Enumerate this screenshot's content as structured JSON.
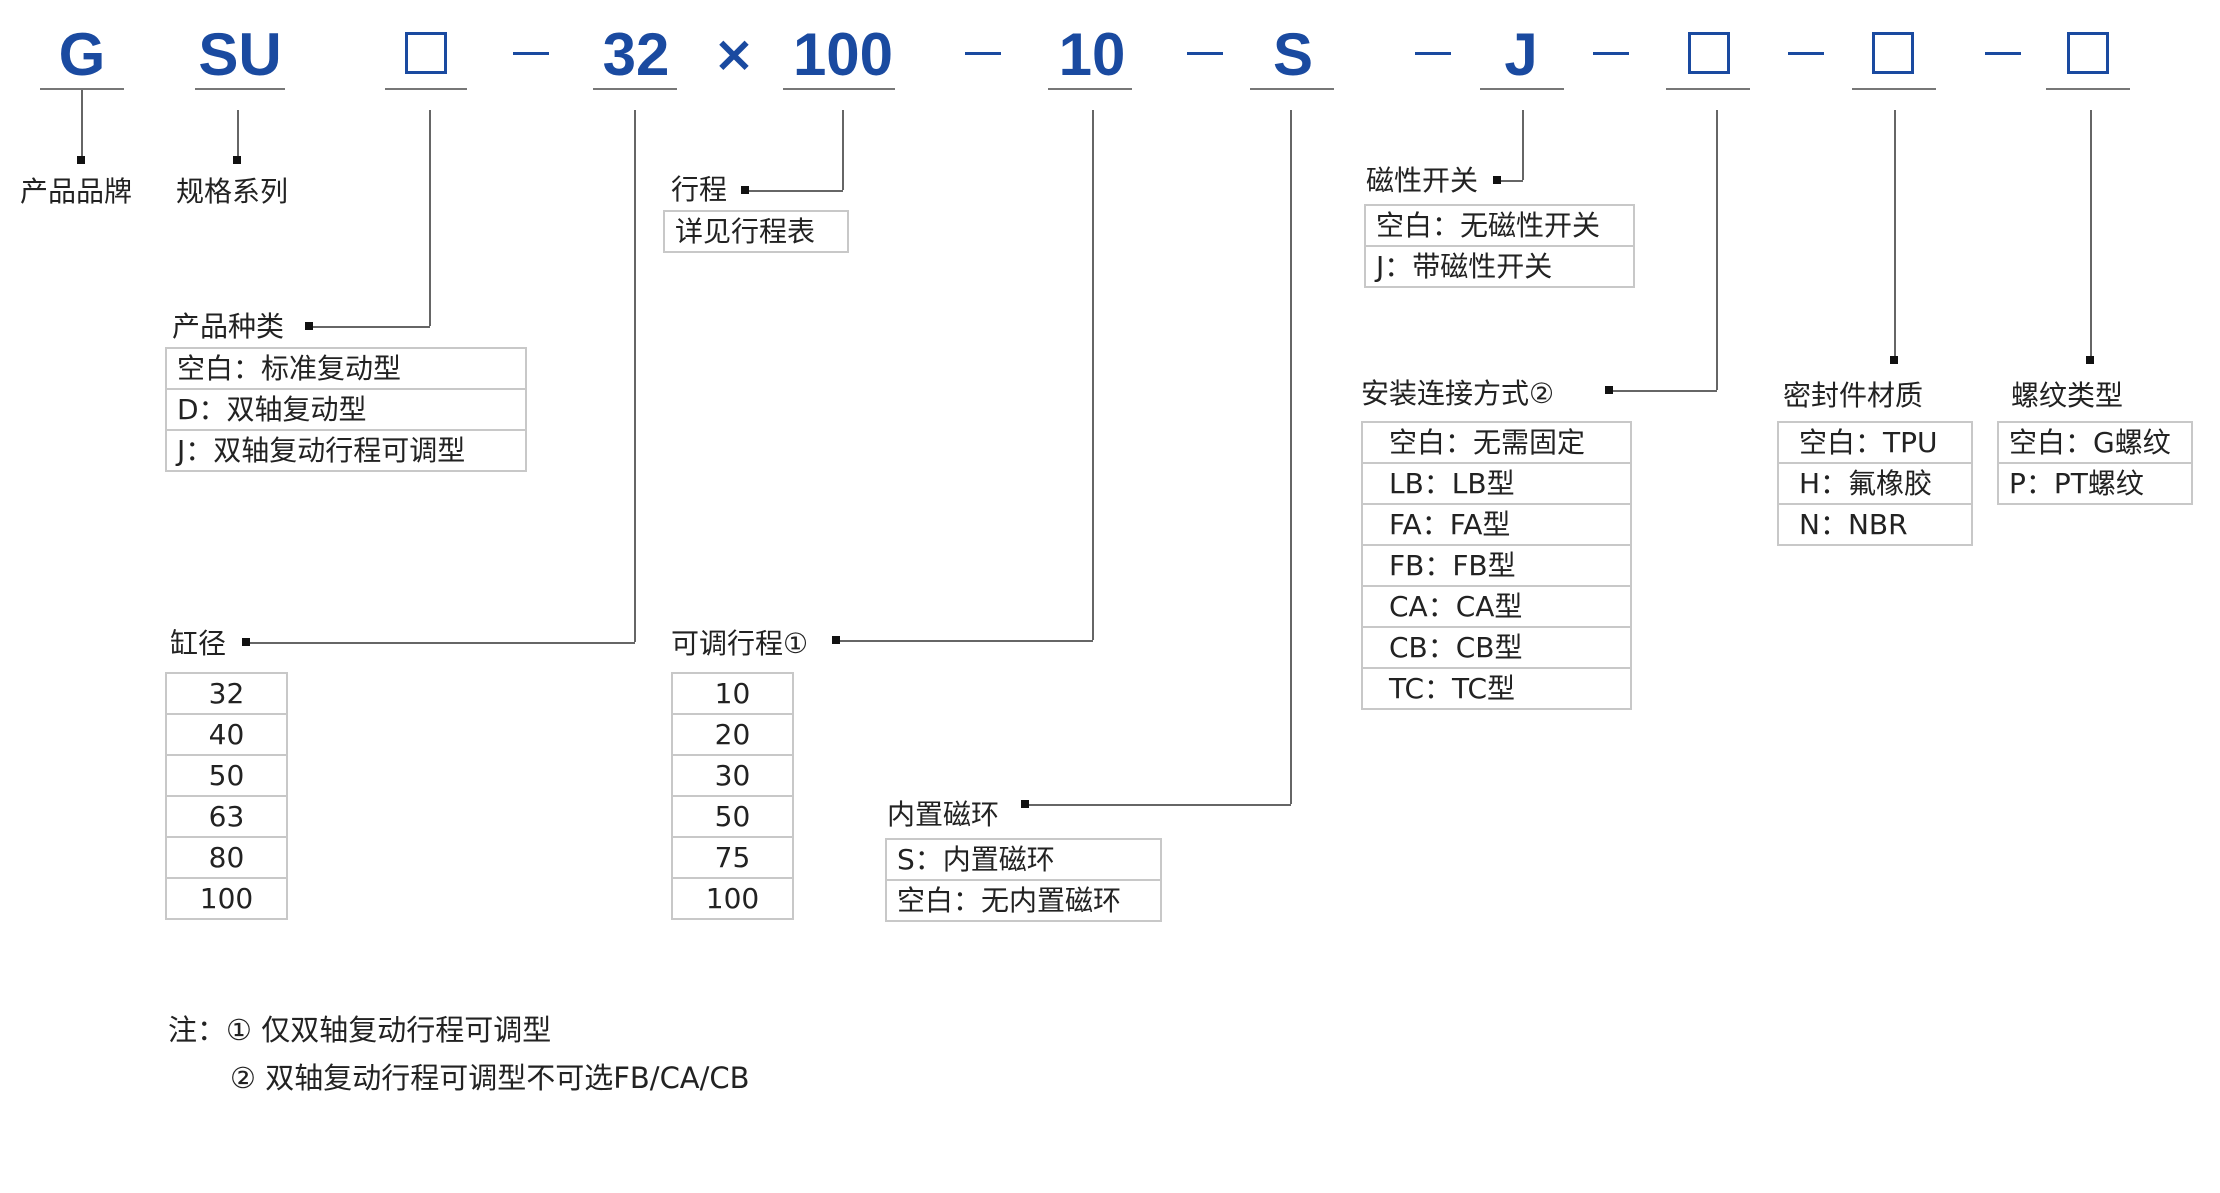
{
  "code": {
    "brand": "G",
    "series": "SU",
    "bore": "32",
    "times": "×",
    "stroke": "100",
    "adjust": "10",
    "magnet": "S",
    "switch": "J"
  },
  "labels": {
    "brand": "产品品牌",
    "series": "规格系列",
    "stroke": "行程",
    "type": "产品种类",
    "bore": "缸径",
    "adjust": "可调行程①",
    "magnet": "内置磁环",
    "switch": "磁性开关",
    "mount": "安装连接方式②",
    "seal": "密封件材质",
    "thread": "螺纹类型"
  },
  "stroke_table": [
    "详见行程表"
  ],
  "type_table": [
    "空白：标准复动型",
    "D：双轴复动型",
    "J：双轴复动行程可调型"
  ],
  "bore_table": [
    "32",
    "40",
    "50",
    "63",
    "80",
    "100"
  ],
  "adjust_table": [
    "10",
    "20",
    "30",
    "50",
    "75",
    "100"
  ],
  "magnet_table": [
    "S：内置磁环",
    "空白：无内置磁环"
  ],
  "switch_table": [
    "空白：无磁性开关",
    "J：带磁性开关"
  ],
  "mount_table": [
    "空白：无需固定",
    "LB：LB型",
    "FA：FA型",
    "FB：FB型",
    "CA：CA型",
    "CB：CB型",
    "TC：TC型"
  ],
  "seal_table": [
    "空白：TPU",
    "H：氟橡胶",
    "N：NBR"
  ],
  "thread_table": [
    "空白：G螺纹",
    "P：PT螺纹"
  ],
  "notes": {
    "line1": "注：① 仅双轴复动行程可调型",
    "line2": "② 双轴复动行程可调型不可选FB/CA/CB"
  },
  "colors": {
    "code": "#1a4aa0",
    "line": "#666666",
    "border": "#c8c8c8"
  }
}
